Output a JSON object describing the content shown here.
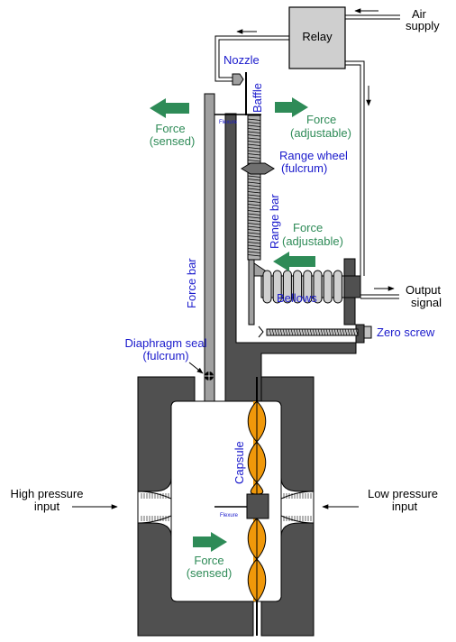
{
  "labels": {
    "relay": "Relay",
    "air_supply_1": "Air",
    "air_supply_2": "supply",
    "nozzle": "Nozzle",
    "baffle": "Baffle",
    "force_sensed_top_1": "Force",
    "force_sensed_top_2": "(sensed)",
    "force_adj_top_1": "Force",
    "force_adj_top_2": "(adjustable)",
    "flexure_top": "Flexure",
    "range_wheel_1": "Range wheel",
    "range_wheel_2": "(fulcrum)",
    "range_bar": "Range bar",
    "force_bar": "Force bar",
    "force_adj_mid_1": "Force",
    "force_adj_mid_2": "(adjustable)",
    "bellows": "Bellows",
    "output_signal_1": "Output",
    "output_signal_2": "signal",
    "zero_screw": "Zero screw",
    "diaphragm_seal_1": "Diaphragm seal",
    "diaphragm_seal_2": "(fulcrum)",
    "capsule": "Capsule",
    "high_pressure_1": "High pressure",
    "high_pressure_2": "input",
    "low_pressure_1": "Low pressure",
    "low_pressure_2": "input",
    "flexure_bottom": "Flexure",
    "force_sensed_bottom_1": "Force",
    "force_sensed_bottom_2": "(sensed)"
  },
  "colors": {
    "body": "#505050",
    "bar": "#a0a0a0",
    "relay_fill": "#cfcfcf",
    "capsule": "#f0980a",
    "arrow_green": "#2e8b57",
    "label_blue": "#1a1acc",
    "label_green": "#2e8b57"
  }
}
